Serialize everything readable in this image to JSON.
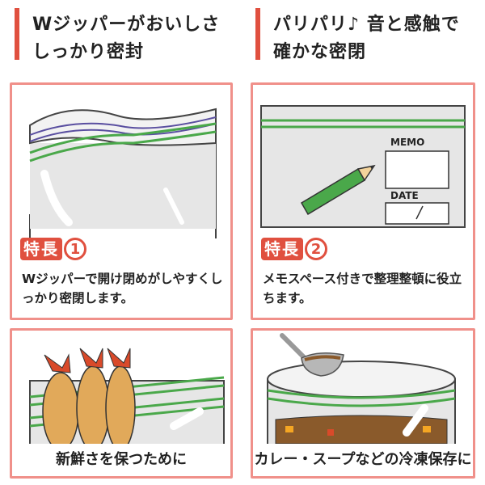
{
  "headings": {
    "left": {
      "line1": "Wジッパーがおいしさ",
      "line2": "しっかり密封"
    },
    "right": {
      "line1": "パリパリ♪ 音と感触で",
      "line2": "確かな密閉"
    }
  },
  "features": [
    {
      "badge": "特長",
      "number": "1",
      "text": "Wジッパーで開け閉めがしやすくしっかり密閉します。"
    },
    {
      "badge": "特長",
      "number": "2",
      "text": "メモスペース付きで整理整頓に役立ちます。"
    }
  ],
  "memo_area": {
    "memo_label": "MEMO",
    "date_label": "DATE",
    "date_value": "/"
  },
  "captions": {
    "bottom_left": "新鮮さを保つために",
    "bottom_right": "カレー・スープなどの冷凍保存に"
  },
  "colors": {
    "accent_red": "#e0503f",
    "panel_border": "#f0908a",
    "zipper_green": "#4aa84a",
    "zipper_purple": "#5a4fa0"
  }
}
